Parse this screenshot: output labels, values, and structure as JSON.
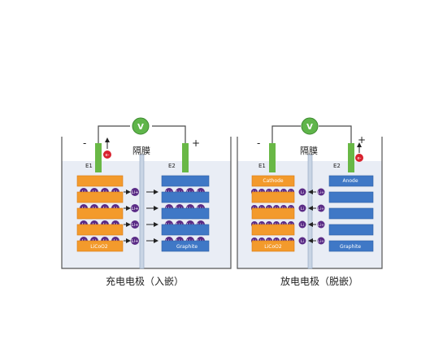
{
  "colors": {
    "electrolyte": "#e9edf5",
    "cathode": "#f39a2c",
    "cathode_dark": "#d97a12",
    "anode": "#3f78c6",
    "anode_dark": "#2d5ea4",
    "ion": "#5a2b86",
    "electron": "#d8222e",
    "voltmeter": "#5fb54a",
    "electrode_green": "#69b846",
    "separator": "#c8d4e4",
    "wire": "#4a4a4a"
  },
  "symbols": {
    "voltmeter": "V",
    "ion": "Li",
    "ion_plus": "Li+",
    "electron": "e-",
    "plus": "+",
    "minus": "-"
  },
  "left_cell": {
    "caption": "充电电极（入嵌）",
    "separator_label": "隔膜",
    "e1_label": "E1",
    "e2_label": "E2",
    "cathode_label": "LiCoO2",
    "anode_label": "Graphite",
    "electron_side": "left"
  },
  "right_cell": {
    "caption": "放电电极（脱嵌）",
    "separator_label": "隔膜",
    "e1_label": "E1",
    "e2_label": "E2",
    "cathode_label": "LiCoO2",
    "cathode_top_label": "Cathode",
    "anode_top_label": "Anode",
    "anode_label": "Graphite",
    "electron_side": "right"
  }
}
